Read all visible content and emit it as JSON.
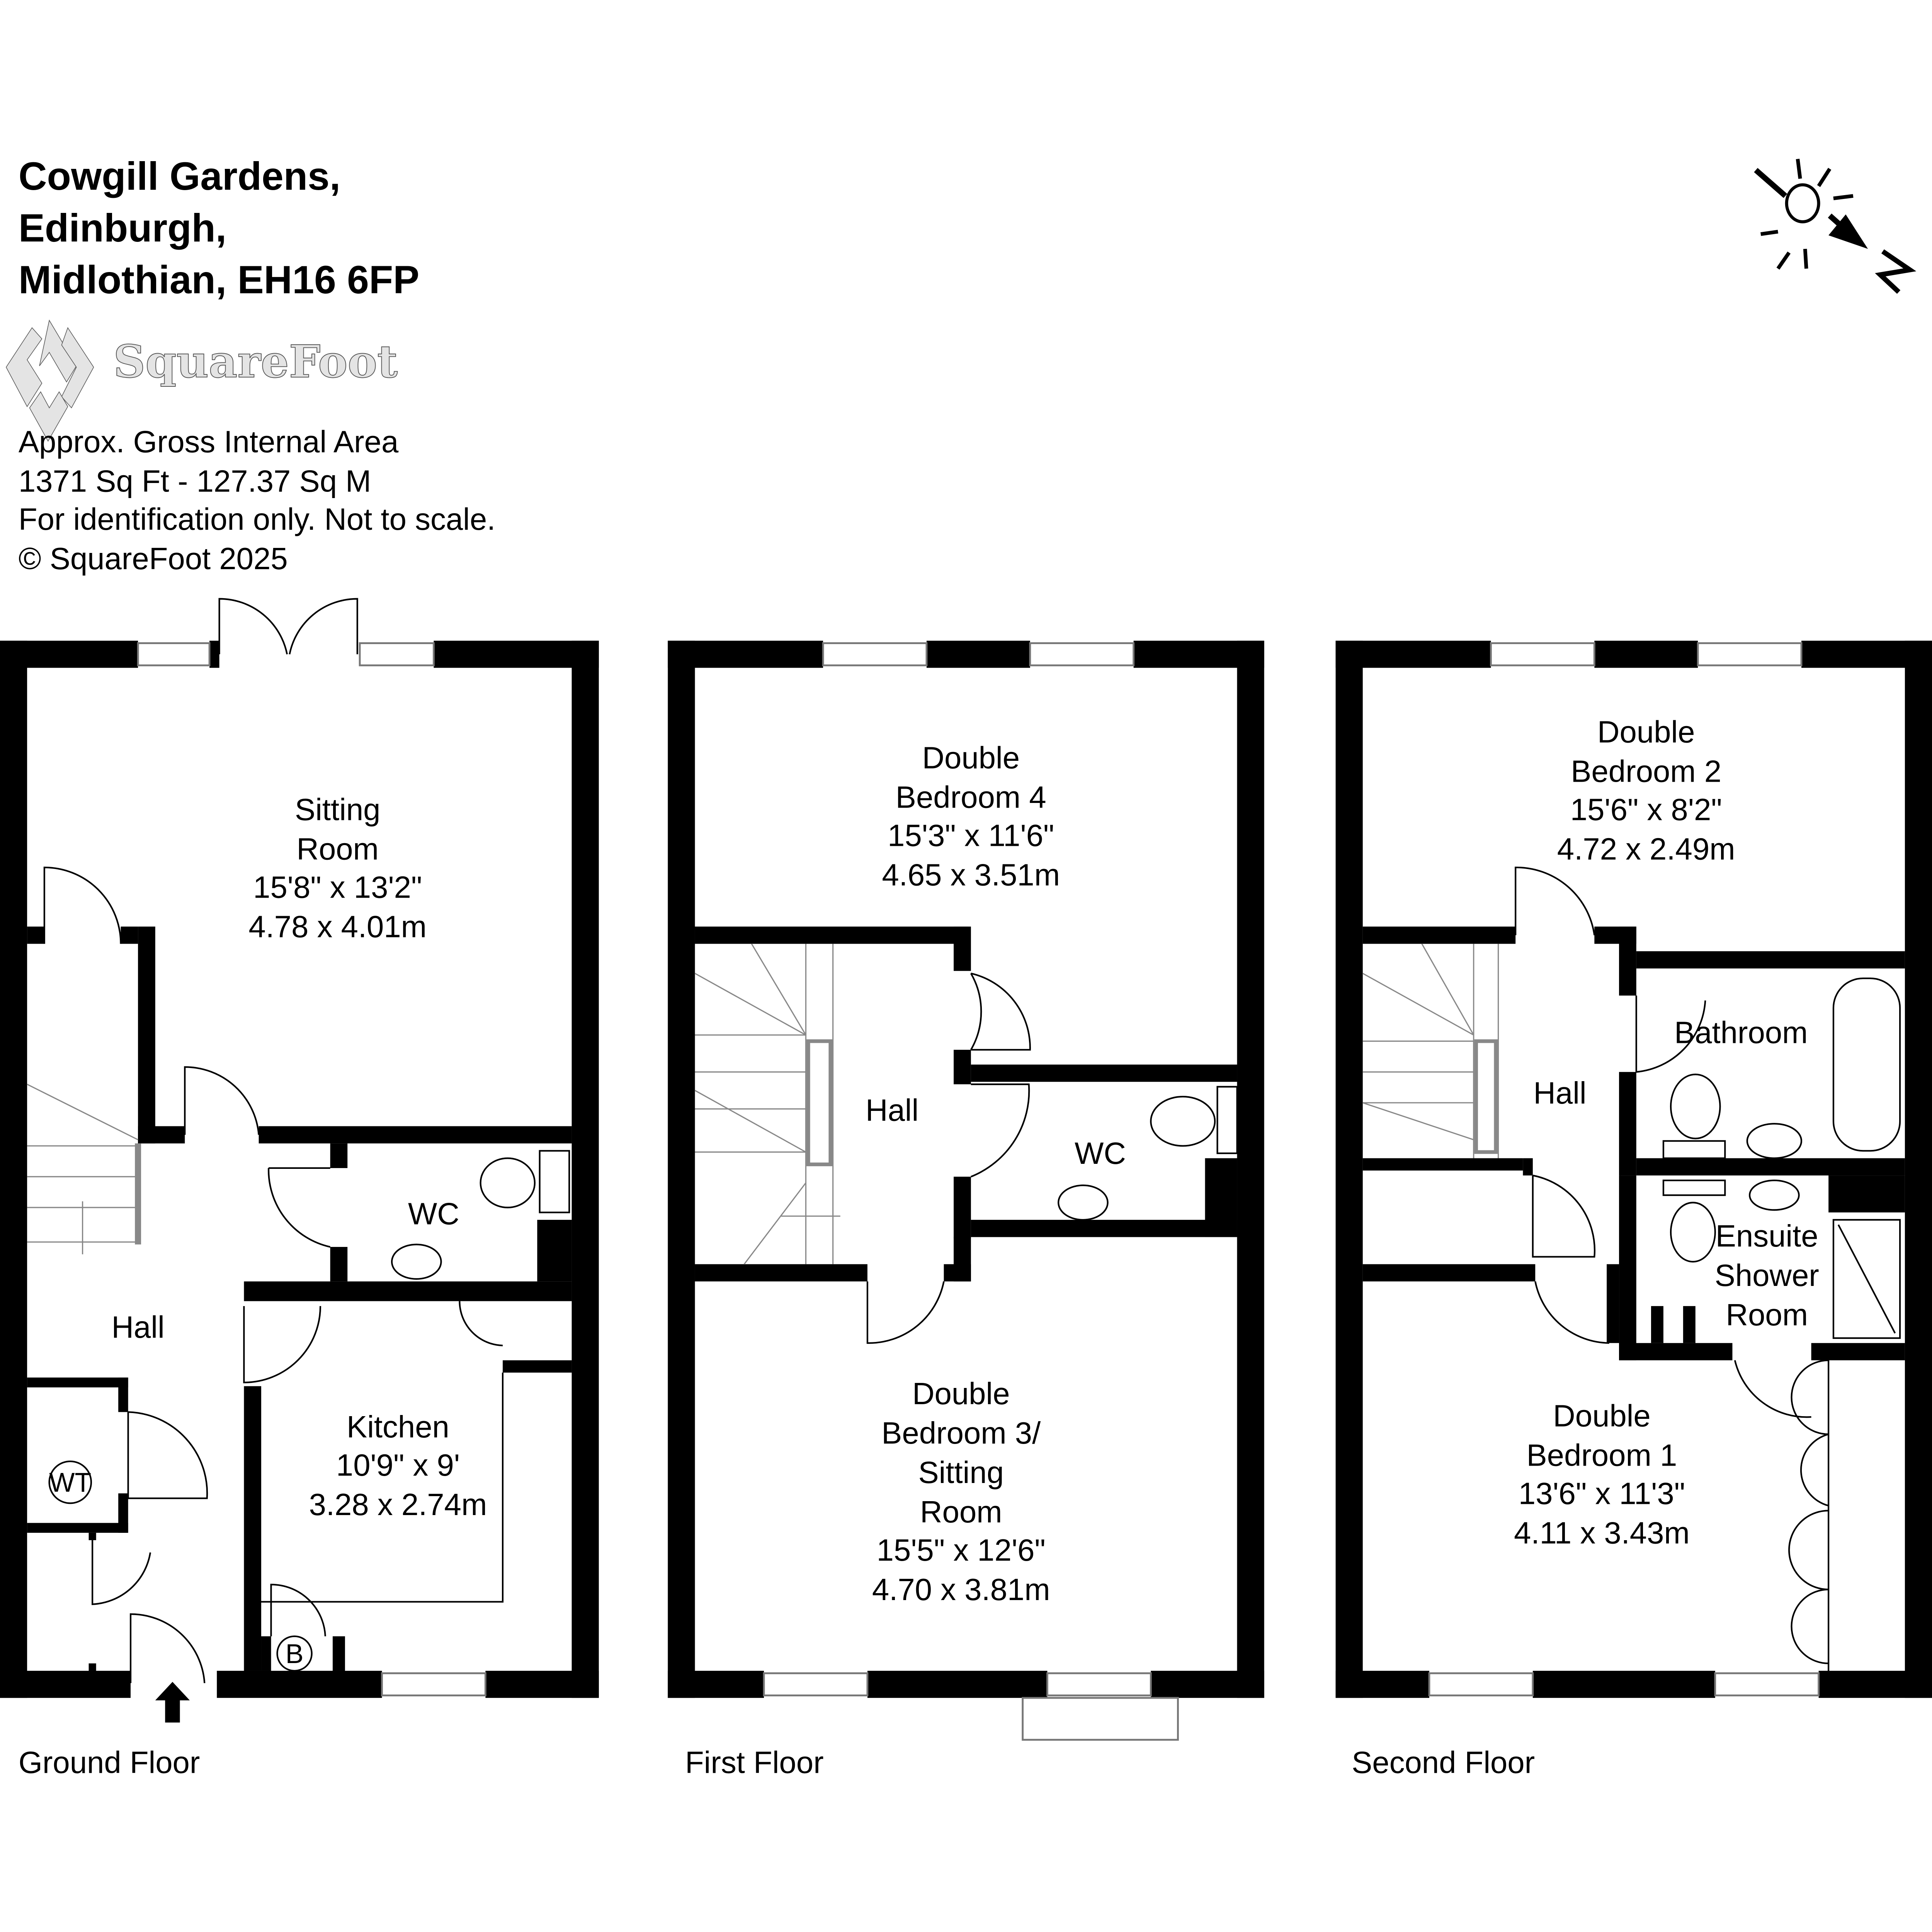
{
  "header": {
    "address_lines": [
      "Cowgill Gardens,",
      "Edinburgh,",
      "Midlothian, EH16 6FP"
    ],
    "logo_text": "SquareFoot",
    "area_lines": [
      "Approx. Gross Internal Area",
      "1371 Sq Ft  -  127.37 Sq M",
      "For identification only. Not to scale.",
      "© SquareFoot 2025"
    ],
    "compass_label": "N"
  },
  "floors": {
    "ground": {
      "label": "Ground Floor",
      "sitting_room": [
        "Sitting",
        "Room",
        "15'8\" x 13'2\"",
        "4.78 x 4.01m"
      ],
      "hall": "Hall",
      "wc": "WC",
      "kitchen": [
        "Kitchen",
        "10'9\" x 9'",
        "3.28 x 2.74m"
      ],
      "wt": "WT",
      "boiler": "B"
    },
    "first": {
      "label": "First Floor",
      "bedroom4": [
        "Double",
        "Bedroom 4",
        "15'3\" x 11'6\"",
        "4.65 x 3.51m"
      ],
      "hall": "Hall",
      "wc": "WC",
      "bedroom3": [
        "Double",
        "Bedroom 3/",
        "Sitting",
        "Room",
        "15'5\" x 12'6\"",
        "4.70 x 3.81m"
      ]
    },
    "second": {
      "label": "Second Floor",
      "bedroom2": [
        "Double",
        "Bedroom 2",
        "15'6\" x 8'2\"",
        "4.72 x 2.49m"
      ],
      "bathroom": "Bathroom",
      "hall": "Hall",
      "ensuite": [
        "Ensuite",
        "Shower",
        "Room"
      ],
      "bedroom1": [
        "Double",
        "Bedroom 1",
        "13'6\" x 11'3\"",
        "4.11 x 3.43m"
      ]
    }
  }
}
